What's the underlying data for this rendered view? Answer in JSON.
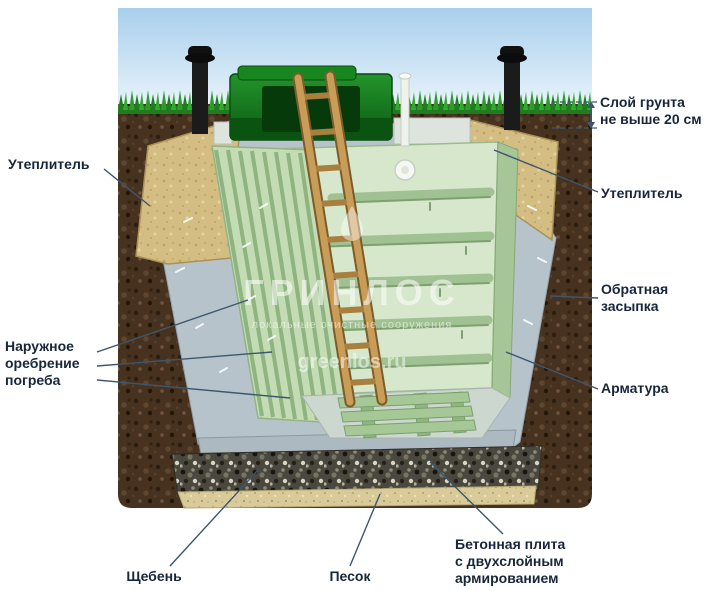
{
  "labels": {
    "soil_layer": "Слой грунта\nне выше 20 см",
    "insulation_left": "Утеплитель",
    "insulation_right": "Утеплитель",
    "backfill": "Обратная\nзасыпка",
    "rebar": "Арматура",
    "ribbing": "Наружное\nоребрение\nпогреба",
    "gravel": "Щебень",
    "sand": "Песок",
    "slab": "Бетонная плита\nс двухслойным\nармированием"
  },
  "watermark": {
    "brand": "ГРИНЛОС",
    "tagline": "локальные очистные сооружения",
    "site": "greenlos.ru"
  },
  "colors": {
    "label_text": "#17263a",
    "leader_line": "#3d566e",
    "cellar_green": "#c9dfbc",
    "insulation_tan": "#d3bd83",
    "concrete_gray": "#b6c3cb",
    "hatch_green": "#157a1e",
    "sky_blue": "#a9cfec",
    "grass_green": "#2e9b2a",
    "soil_brown": "#46321f"
  }
}
